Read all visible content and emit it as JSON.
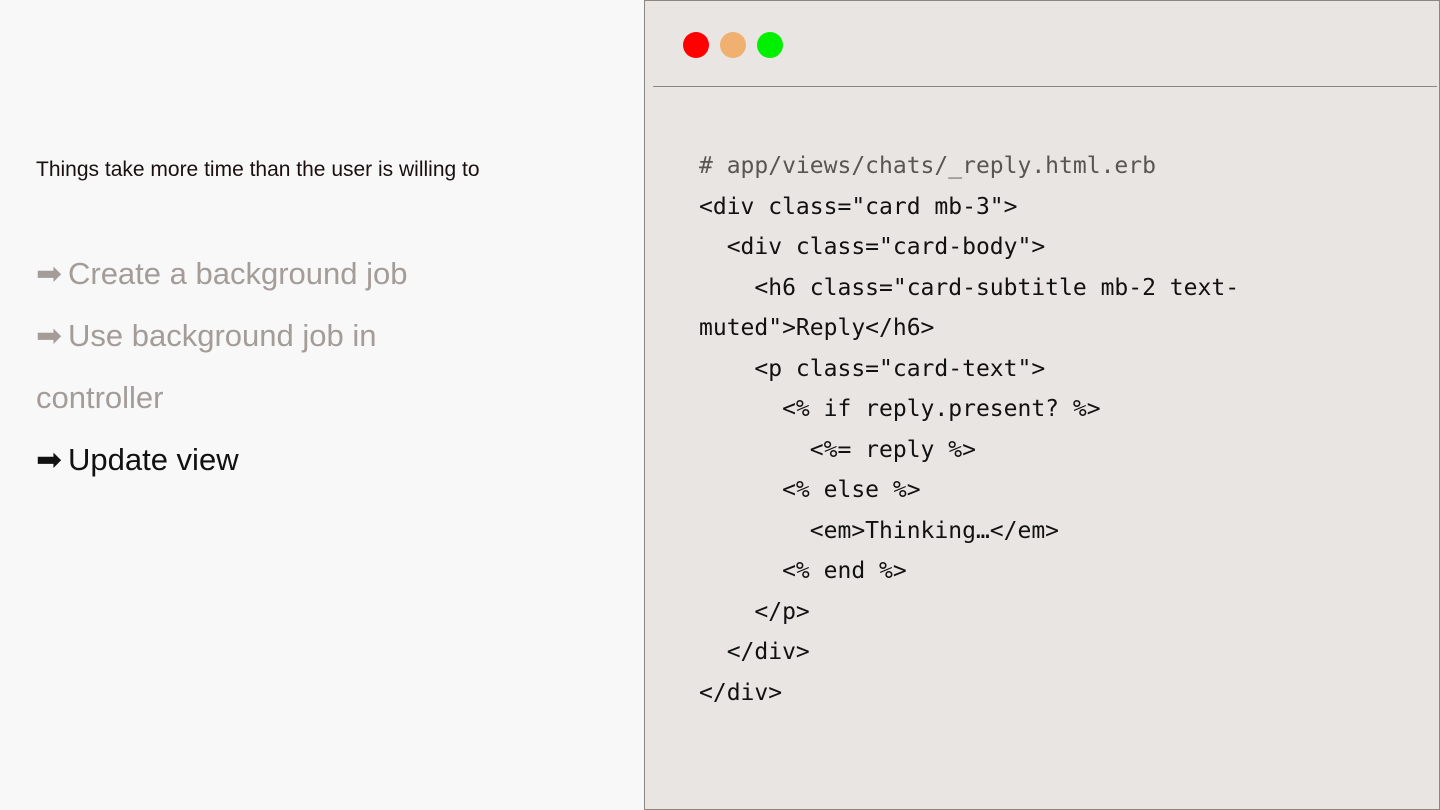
{
  "left_panel": {
    "subtitle": "Things take more time than the user is willing to",
    "bullets": [
      {
        "arrow": "➡",
        "text": "Create a background job",
        "state": "done"
      },
      {
        "arrow": "➡",
        "text": "Use background job in",
        "state": "done"
      },
      {
        "arrow": "",
        "text": "controller",
        "state": "done"
      },
      {
        "arrow": "➡",
        "text": "Update view",
        "state": "active"
      }
    ]
  },
  "code_window": {
    "controls": [
      {
        "name": "close",
        "color": "#fe0000"
      },
      {
        "name": "minimize",
        "color": "#f0b070"
      },
      {
        "name": "maximize",
        "color": "#00f000"
      }
    ],
    "lines": [
      "# app/views/chats/_reply.html.erb",
      "<div class=\"card mb-3\">",
      "  <div class=\"card-body\">",
      "    <h6 class=\"card-subtitle mb-2 text-",
      "muted\">Reply</h6>",
      "    <p class=\"card-text\">",
      "      <% if reply.present? %>",
      "        <%= reply %>",
      "      <% else %>",
      "        <em>Thinking…</em>",
      "      <% end %>",
      "    </p>",
      "  </div>",
      "</div>"
    ]
  }
}
